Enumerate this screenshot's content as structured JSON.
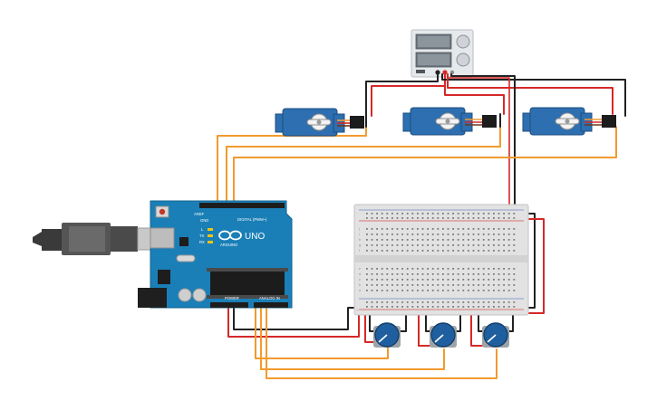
{
  "arduino": {
    "logo_text": "UNO",
    "brand_text": "ARDUINO",
    "digital_label": "DIGITAL (PWM~)",
    "power_label": "POWER",
    "analog_label": "ANALOG IN",
    "aref_label": "AREF",
    "gnd_label": "GND",
    "tx_label": "TX",
    "rx_label": "RX",
    "l_label": "L",
    "board_color": "#1a7fb7"
  },
  "power_supply": {
    "body_color": "#e6e9ec"
  },
  "servos": {
    "count": 3,
    "body_color": "#2d6fb0"
  },
  "potentiometers": {
    "count": 3,
    "knob_color": "#1f5f9f"
  },
  "breadboard": {
    "row_letters_top": [
      "j",
      "i",
      "h",
      "g",
      "f"
    ],
    "row_letters_bottom": [
      "e",
      "d",
      "c",
      "b",
      "a"
    ],
    "rail_plus": "+",
    "rail_minus": "-"
  },
  "wire_colors": {
    "power": "#d62828",
    "ground": "#222222",
    "signal": "#f29a2e"
  }
}
